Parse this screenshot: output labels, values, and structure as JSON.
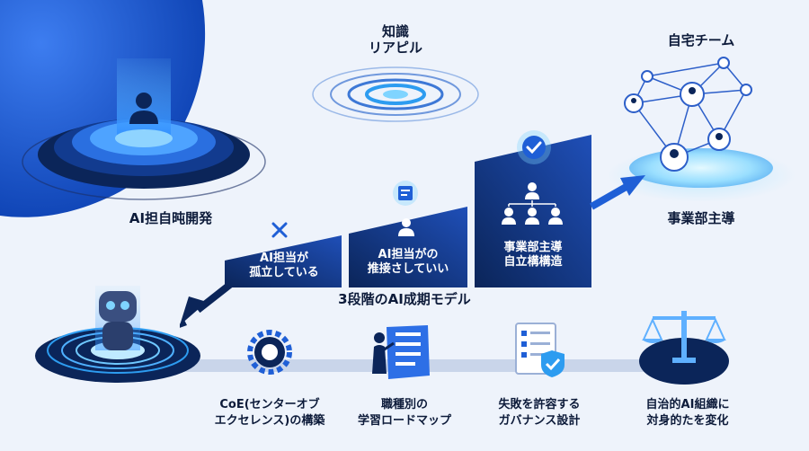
{
  "colors": {
    "background": "#eef3fb",
    "navy": "#0b2559",
    "blue": "#1f5fd6",
    "light_blue": "#5fb0ff",
    "glow": "#7fd4ff"
  },
  "top": {
    "left_label": "AI担自旽開発",
    "center_label_line1": "知識",
    "center_label_line2": "リアピル",
    "right_label": "自宅チーム",
    "right_sub_label": "事業部主導"
  },
  "steps": [
    {
      "line1": "AI担当が",
      "line2": "孤立している",
      "icon": "x-icon"
    },
    {
      "line1": "AI担当がの",
      "line2": "推接さしていい",
      "icon": "person-icon"
    },
    {
      "line1": "事業部主導",
      "line2": "自立構構造",
      "icon": "org-chart-icon"
    }
  ],
  "model_title": "3段階のAI成期モデル",
  "bottom": [
    {
      "line1": "CoE(センターオブ",
      "line2": "エクセレンス)の構築",
      "icon": "gear-icon"
    },
    {
      "line1": "職種別の",
      "line2": "学習ロードマップ",
      "icon": "roadmap-icon"
    },
    {
      "line1": "失敗を許容する",
      "line2": "ガバナンス設計",
      "icon": "checklist-shield-icon"
    },
    {
      "line1": "自治的AI組織に",
      "line2": "対身的たを変化",
      "icon": "balance-scale-icon"
    }
  ]
}
